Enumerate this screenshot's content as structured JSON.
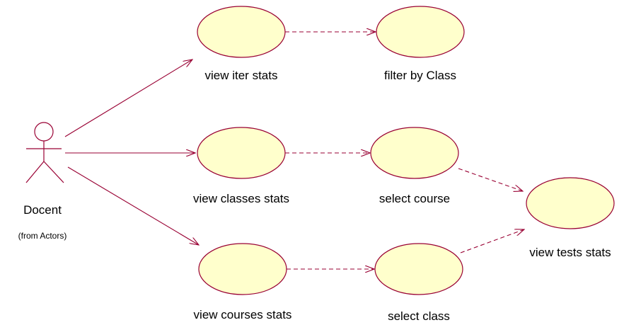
{
  "actor": {
    "name": "Docent",
    "stereotype_note": "(from Actors)"
  },
  "use_cases": {
    "view_iter_stats": "view iter stats",
    "filter_by_class": "filter by Class",
    "view_classes_stats": "view classes stats",
    "select_course": "select course",
    "view_courses_stats": "view courses stats",
    "select_class": "select class",
    "view_tests_stats": "view tests stats"
  },
  "colors": {
    "line": "#990033",
    "use_case_fill": "#ffffcc"
  }
}
